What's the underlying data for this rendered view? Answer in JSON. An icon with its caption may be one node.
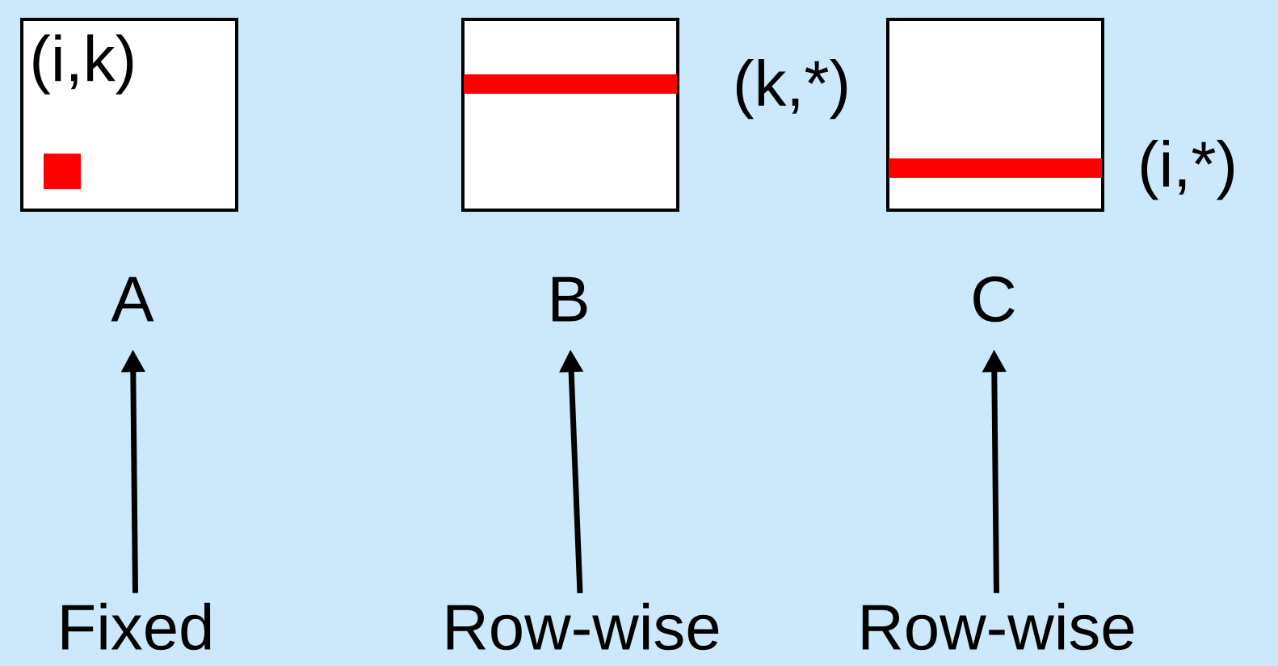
{
  "diagram": {
    "nodes": [
      {
        "text": [
          "(i,k)"
        ]
      },
      {
        "text": [],
        "shape": "box",
        "beside": [
          "(k,*)"
        ]
      },
      {
        "text": [],
        "shape": "box",
        "beside": [
          "(i,*)"
        ]
      },
      {
        "text": [
          "A"
        ]
      },
      {
        "text": [
          "B"
        ]
      },
      {
        "text": [
          "C"
        ]
      },
      {
        "text": [
          "Fixed"
        ]
      },
      {
        "text": [
          "Row-wise"
        ]
      },
      {
        "text": [
          "Row-wise"
        ]
      }
    ],
    "edges": [
      {
        "from": 6,
        "to": 3,
        "arrow": "to"
      },
      {
        "from": 7,
        "to": 4,
        "arrow": "to"
      },
      {
        "from": 8,
        "to": 5,
        "arrow": "to"
      }
    ]
  }
}
